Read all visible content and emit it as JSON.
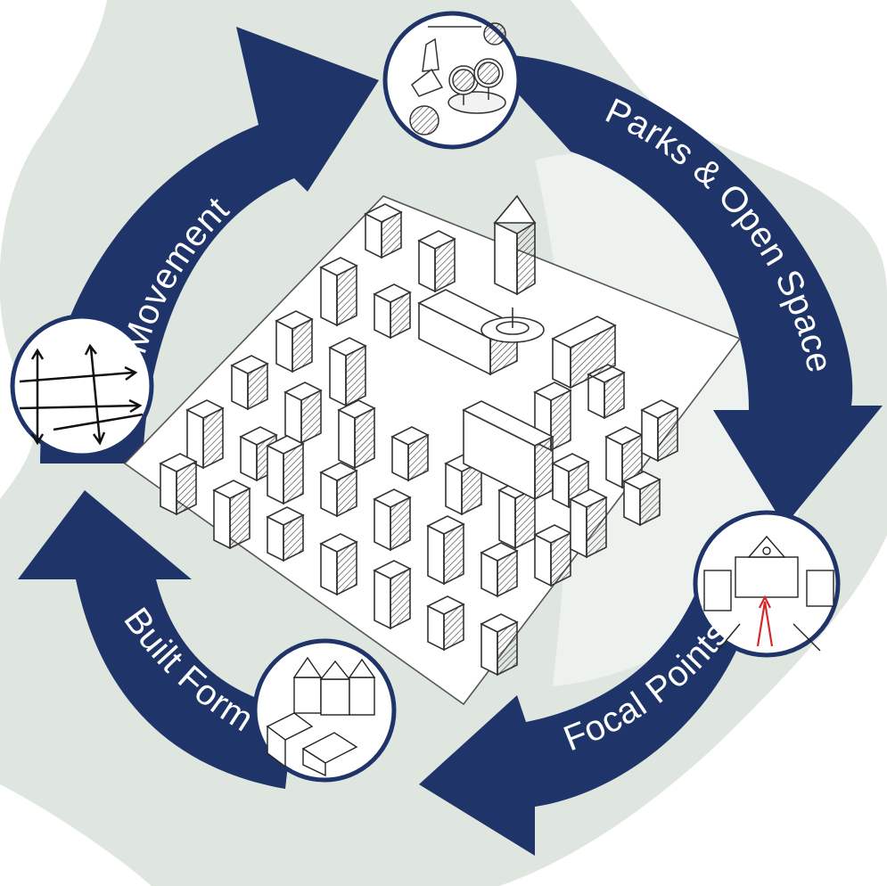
{
  "diagram": {
    "center_image": "isometric-city-block-sketch",
    "segments": [
      {
        "id": "movement",
        "label": "Movement",
        "icon": "street-grid-arrows-icon"
      },
      {
        "id": "parks",
        "label": "Parks & Open Space",
        "icon": "trees-park-icon"
      },
      {
        "id": "focal",
        "label": "Focal Points",
        "icon": "town-hall-street-icon"
      },
      {
        "id": "builtform",
        "label": "Built Form",
        "icon": "row-houses-icon"
      }
    ],
    "colors": {
      "arrow": "#1f3469",
      "blob": "#dfe6df",
      "badge_border": "#1f3469",
      "badge_fill": "#ffffff",
      "focal_arrow": "#d6262b"
    }
  }
}
